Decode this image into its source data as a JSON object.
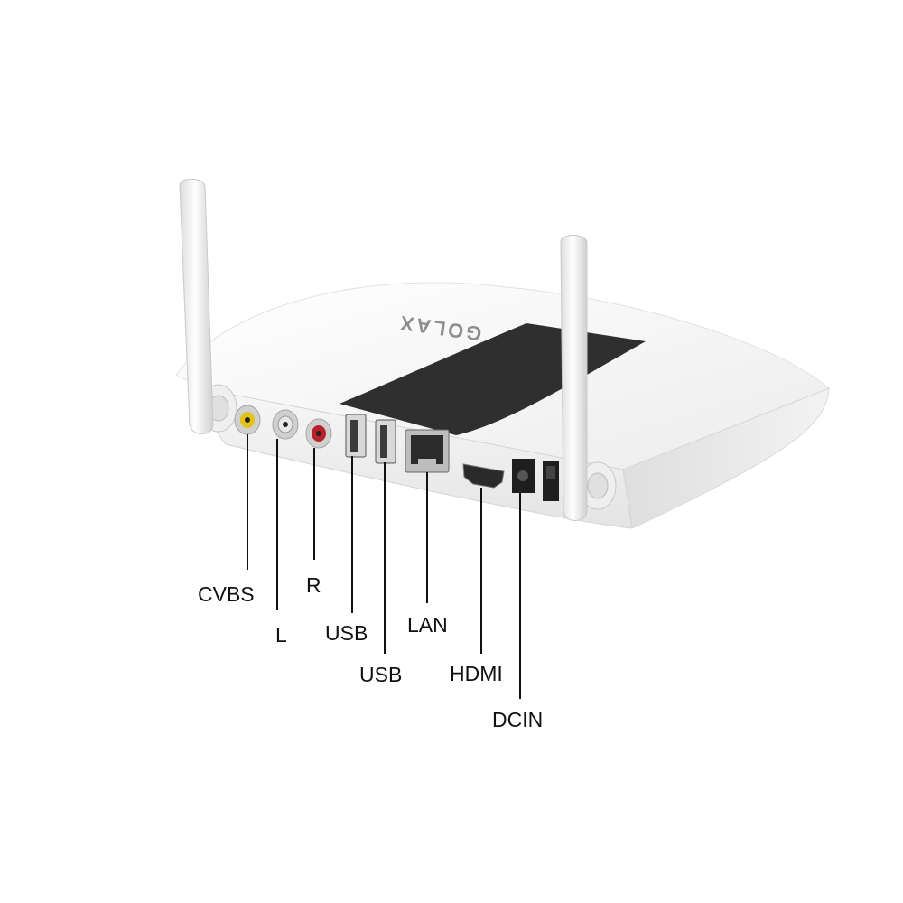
{
  "device": {
    "brand_logo": "GOLAX",
    "colors": {
      "body": "#f4f4f4",
      "band": "#2f2f2f",
      "cvbs": "#e3c21a",
      "audio_l": "#e8e8e8",
      "audio_r": "#b8202c"
    }
  },
  "ports": [
    {
      "id": "cvbs",
      "label": "CVBS"
    },
    {
      "id": "audio-l",
      "label": "L"
    },
    {
      "id": "audio-r",
      "label": "R"
    },
    {
      "id": "usb-1",
      "label": "USB"
    },
    {
      "id": "usb-2",
      "label": "USB"
    },
    {
      "id": "lan",
      "label": "LAN"
    },
    {
      "id": "hdmi",
      "label": "HDMI"
    },
    {
      "id": "dc-in",
      "label": "DCIN"
    }
  ]
}
